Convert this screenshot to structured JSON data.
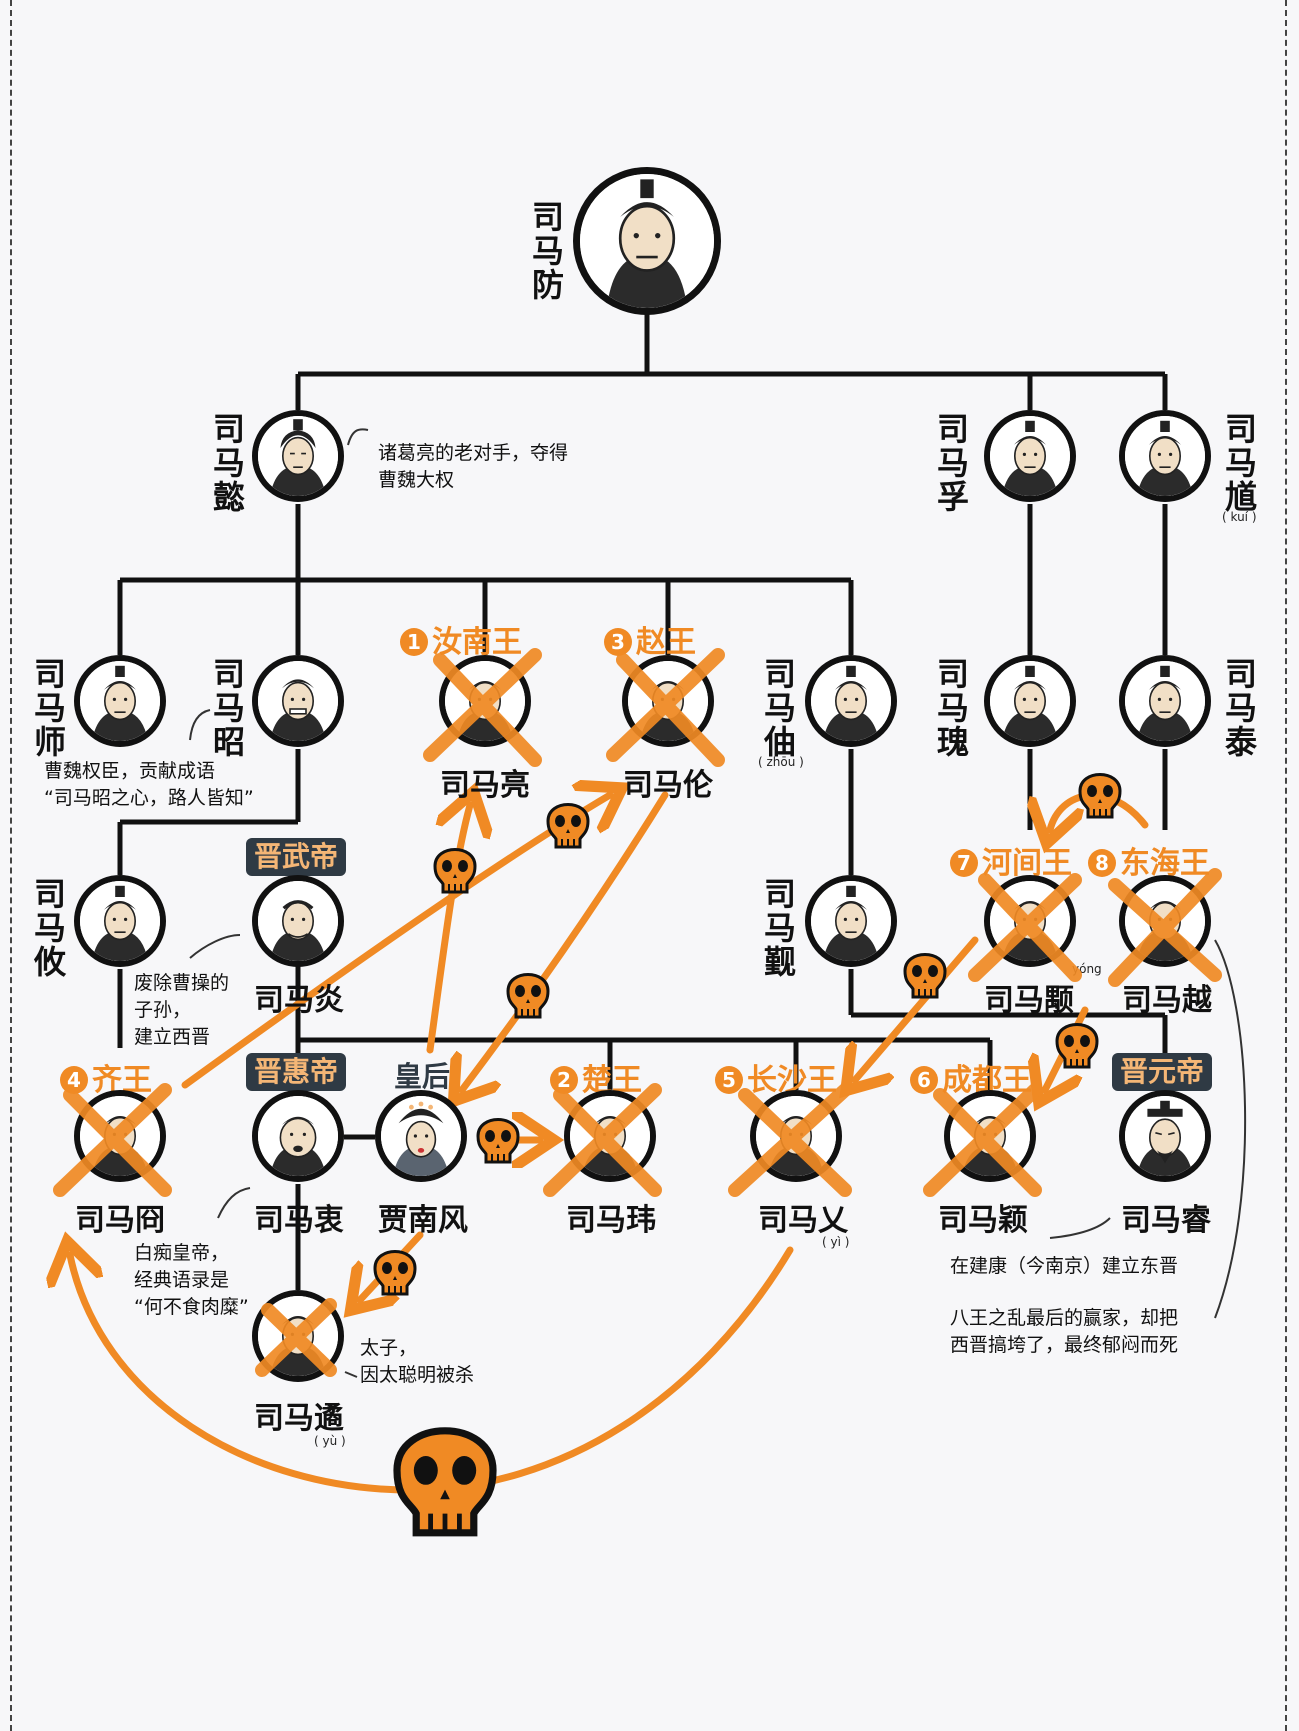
{
  "people": {
    "fang": {
      "name": "司马防"
    },
    "yi": {
      "name": "司马懿"
    },
    "fu": {
      "name": "司马孚"
    },
    "kui": {
      "name": "司马馗",
      "pinyin": "( kuí )"
    },
    "shi": {
      "name": "司马师"
    },
    "zhao": {
      "name": "司马昭"
    },
    "liang": {
      "name": "司马亮"
    },
    "lun": {
      "name": "司马伦"
    },
    "zhou": {
      "name": "司马伷",
      "pinyin": "( zhōu )"
    },
    "gui": {
      "name": "司马瑰"
    },
    "tai": {
      "name": "司马泰"
    },
    "you": {
      "name": "司马攸"
    },
    "yan": {
      "name": "司马炎"
    },
    "jin": {
      "name": "司马觐"
    },
    "yong": {
      "name": "司马颙",
      "pinyin": "yóng"
    },
    "yue": {
      "name": "司马越"
    },
    "jiong": {
      "name": "司马冏"
    },
    "zhong": {
      "name": "司马衷"
    },
    "jia": {
      "name": "贾南风"
    },
    "wei": {
      "name": "司马玮"
    },
    "ai": {
      "name": "司马乂",
      "pinyin": "( yì )"
    },
    "ying": {
      "name": "司马颖"
    },
    "rui": {
      "name": "司马睿"
    },
    "yu": {
      "name": "司马遹",
      "pinyin": "( yù )"
    }
  },
  "titles": {
    "liang": {
      "num": "1",
      "text": "汝南王"
    },
    "lun": {
      "num": "3",
      "text": "赵王"
    },
    "yong": {
      "num": "7",
      "text": "河间王"
    },
    "yue": {
      "num": "8",
      "text": "东海王"
    },
    "jiong": {
      "num": "4",
      "text": "齐王"
    },
    "wei": {
      "num": "2",
      "text": "楚王"
    },
    "ai": {
      "num": "5",
      "text": "长沙王"
    },
    "ying": {
      "num": "6",
      "text": "成都王"
    },
    "wudi": "晋武帝",
    "huidi": "晋惠帝",
    "yuandi": "晋元帝",
    "huanghou": "皇后"
  },
  "notes": {
    "yi": "诸葛亮的老对手，夺得\n曹魏大权",
    "zhao": "曹魏权臣，贡献成语\n“司马昭之心，路人皆知”",
    "yan": "废除曹操的\n子孙，\n建立西晋",
    "zhong": "白痴皇帝，\n经典语录是\n“何不食肉糜”",
    "yu": "太子，\n因太聪明被杀",
    "rui": "在建康（今南京）建立东晋",
    "yue": "八王之乱最后的赢家，却把\n西晋搞垮了，最终郁闷而死"
  },
  "colors": {
    "accent": "#f08a24",
    "line": "#111111",
    "dark_badge": "#2f3a44"
  },
  "icons": [
    "skull-icon",
    "cross-mark-icon",
    "portrait-icon"
  ]
}
